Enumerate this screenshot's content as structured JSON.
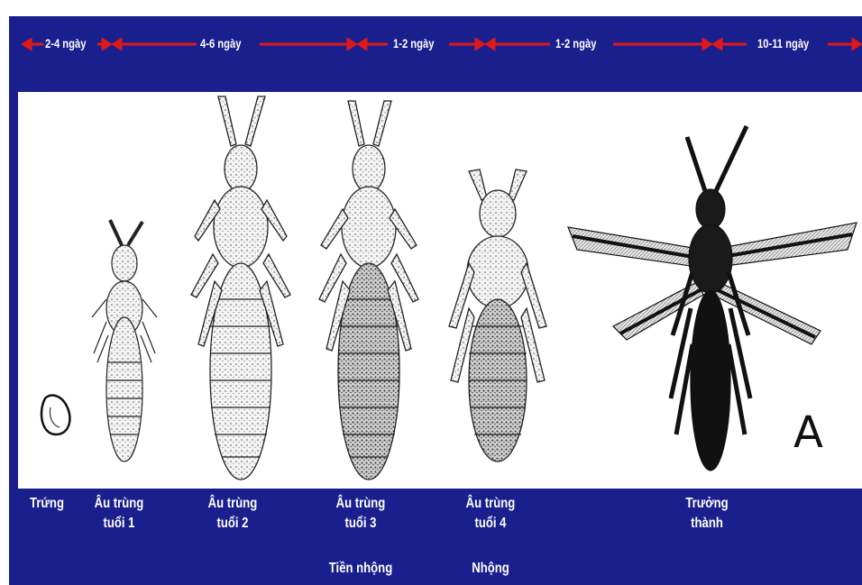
{
  "durations": [
    "2-4 ngày",
    "4-6 ngày",
    "1-2 ngày",
    "1-2 ngày",
    "10-11 ngày"
  ],
  "stages": [
    {
      "line1": "Trứng",
      "line2": ""
    },
    {
      "line1": "Âu trùng",
      "line2": "tuổi 1"
    },
    {
      "line1": "Âu trùng",
      "line2": "tuổi 2"
    },
    {
      "line1": "Âu trùng",
      "line2": "tuổi 3"
    },
    {
      "line1": "Âu trùng",
      "line2": "tuổi 4"
    },
    {
      "line1": "Trưởng",
      "line2": "thành"
    }
  ],
  "sublabels": [
    "Tiền nhộng",
    "Nhộng"
  ],
  "panel_letter": "A",
  "colors": {
    "background": "#1a1f8e",
    "arrow": "#e01818",
    "panel": "#ffffff"
  }
}
